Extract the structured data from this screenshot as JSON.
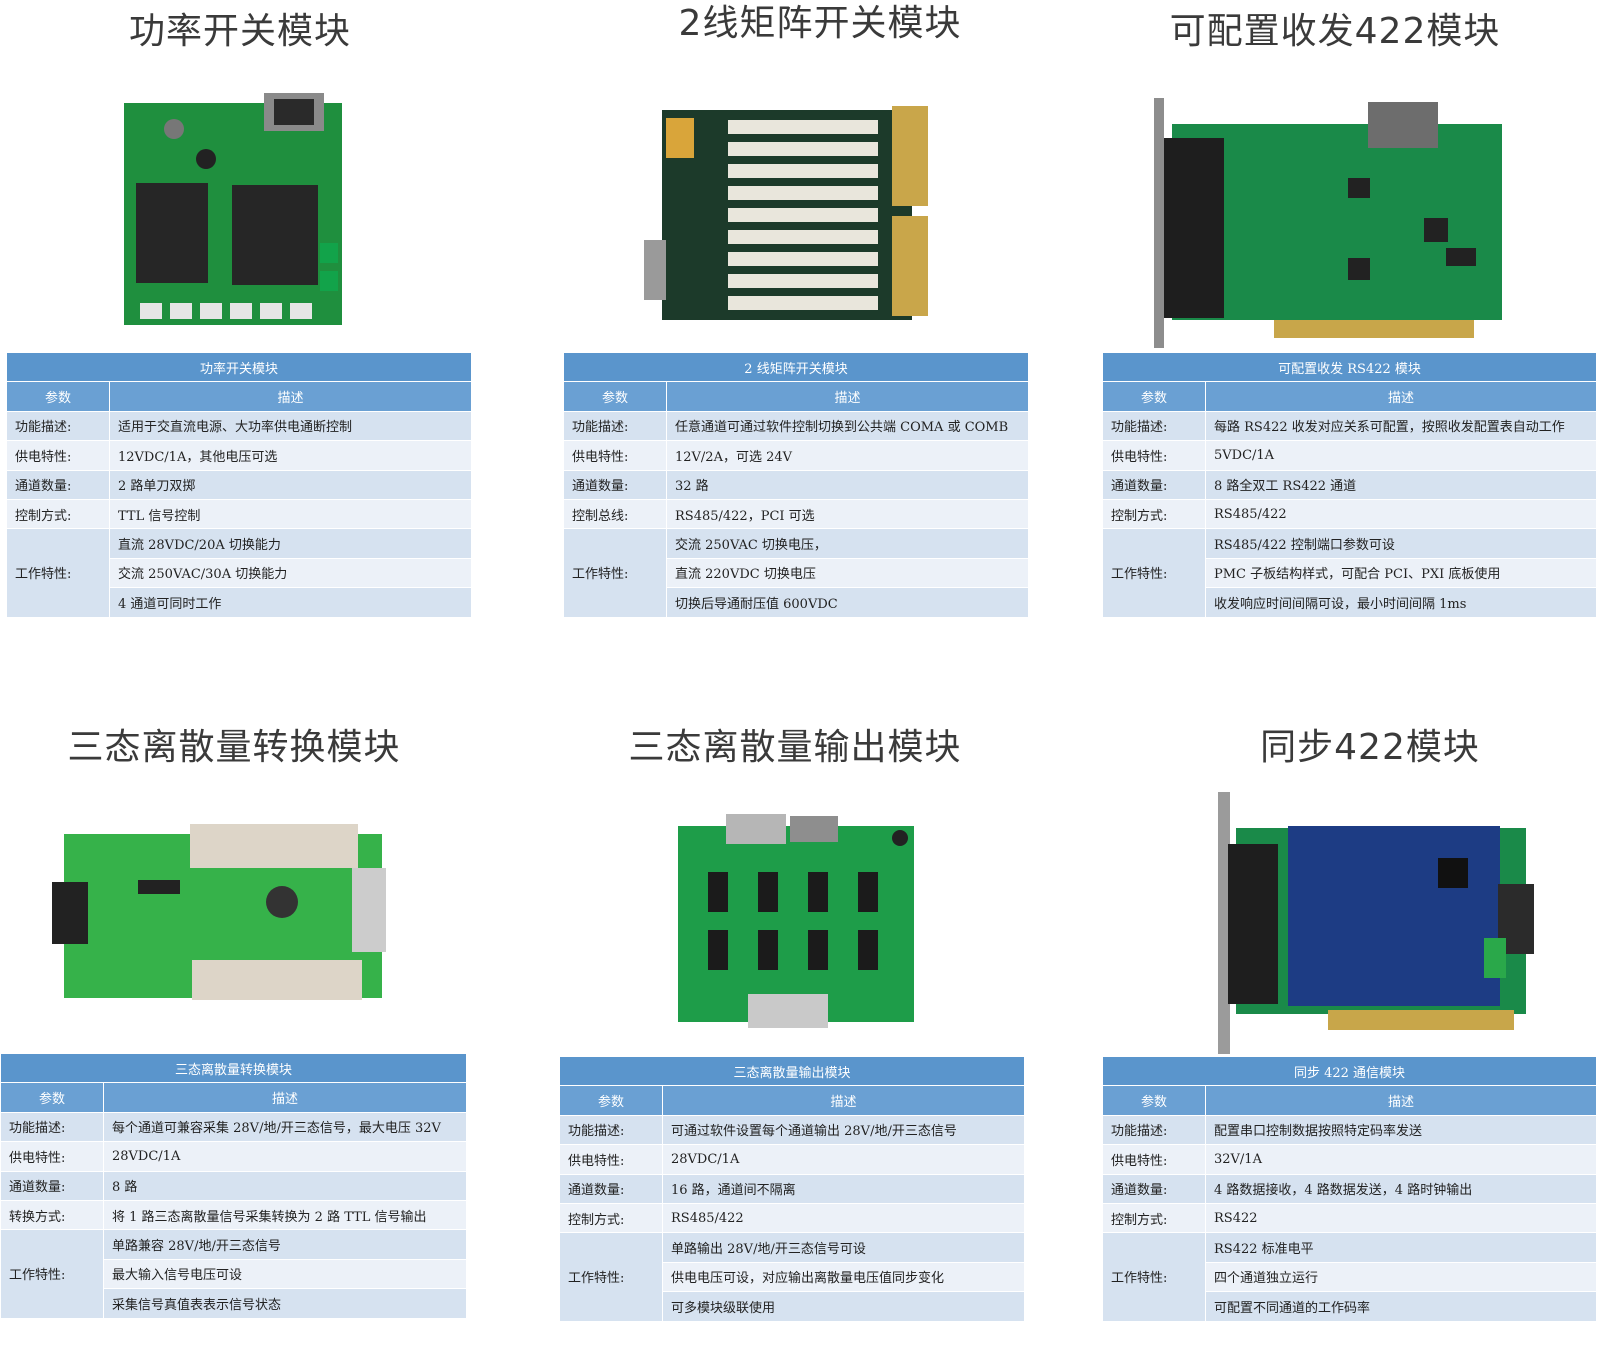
{
  "modules": [
    {
      "title": "功率开关模块",
      "photo_icon": "pcb-power-switch",
      "table": {
        "caption": "功率开关模块",
        "col_param": "参数",
        "col_desc": "描述",
        "rows": [
          {
            "param": "功能描述:",
            "desc": "适用于交直流电源、大功率供电通断控制"
          },
          {
            "param": "供电特性:",
            "desc": "12VDC/1A，其他电压可选"
          },
          {
            "param": "通道数量:",
            "desc": "2 路单刀双掷"
          },
          {
            "param": "控制方式:",
            "desc": "TTL 信号控制"
          }
        ],
        "work_param": "工作特性:",
        "work_items": [
          "直流 28VDC/20A 切换能力",
          "交流 250VAC/30A 切换能力",
          "4 通道可同时工作"
        ]
      }
    },
    {
      "title": "2线矩阵开关模块",
      "photo_icon": "pcb-matrix-switch",
      "table": {
        "caption": "2 线矩阵开关模块",
        "col_param": "参数",
        "col_desc": "描述",
        "rows": [
          {
            "param": "功能描述:",
            "desc": "任意通道可通过软件控制切换到公共端 COMA 或 COMB"
          },
          {
            "param": "供电特性:",
            "desc": "12V/2A，可选 24V"
          },
          {
            "param": "通道数量:",
            "desc": "32 路"
          },
          {
            "param": "控制总线:",
            "desc": "RS485/422，PCI 可选"
          }
        ],
        "work_param": "工作特性:",
        "work_items": [
          "交流 250VAC 切换电压，",
          "直流 220VDC 切换电压",
          "切换后导通耐压值 600VDC"
        ]
      }
    },
    {
      "title": "可配置收发422模块",
      "photo_icon": "pcb-configurable-422",
      "table": {
        "caption": "可配置收发 RS422 模块",
        "col_param": "参数",
        "col_desc": "描述",
        "rows": [
          {
            "param": "功能描述:",
            "desc": "每路 RS422 收发对应关系可配置，按照收发配置表自动工作"
          },
          {
            "param": "供电特性:",
            "desc": "5VDC/1A"
          },
          {
            "param": "通道数量:",
            "desc": "8 路全双工 RS422 通道"
          },
          {
            "param": "控制方式:",
            "desc": "RS485/422"
          }
        ],
        "work_param": "工作特性:",
        "work_items": [
          "RS485/422 控制端口参数可设",
          "PMC 子板结构样式，可配合 PCI、PXI 底板使用",
          "收发响应时间间隔可设，最小时间间隔 1ms"
        ]
      }
    },
    {
      "title": "三态离散量转换模块",
      "photo_icon": "pcb-tristate-convert",
      "table": {
        "caption": "三态离散量转换模块",
        "col_param": "参数",
        "col_desc": "描述",
        "rows": [
          {
            "param": "功能描述:",
            "desc": "每个通道可兼容采集 28V/地/开三态信号，最大电压 32V"
          },
          {
            "param": "供电特性:",
            "desc": "28VDC/1A"
          },
          {
            "param": "通道数量:",
            "desc": "8 路"
          },
          {
            "param": "转换方式:",
            "desc": "将 1 路三态离散量信号采集转换为 2 路 TTL 信号输出"
          }
        ],
        "work_param": "工作特性:",
        "work_items": [
          "单路兼容 28V/地/开三态信号",
          "最大输入信号电压可设",
          "采集信号真值表表示信号状态"
        ]
      }
    },
    {
      "title": "三态离散量输出模块",
      "photo_icon": "pcb-tristate-output",
      "table": {
        "caption": "三态离散量输出模块",
        "col_param": "参数",
        "col_desc": "描述",
        "rows": [
          {
            "param": "功能描述:",
            "desc": "可通过软件设置每个通道输出 28V/地/开三态信号"
          },
          {
            "param": "供电特性:",
            "desc": "28VDC/1A"
          },
          {
            "param": "通道数量:",
            "desc": "16 路，通道间不隔离"
          },
          {
            "param": "控制方式:",
            "desc": "RS485/422"
          }
        ],
        "work_param": "工作特性:",
        "work_items": [
          "单路输出 28V/地/开三态信号可设",
          "供电电压可设，对应输出离散量电压值同步变化",
          "可多模块级联使用"
        ]
      }
    },
    {
      "title": "同步422模块",
      "photo_icon": "pcb-sync-422",
      "table": {
        "caption": "同步 422 通信模块",
        "col_param": "参数",
        "col_desc": "描述",
        "rows": [
          {
            "param": "功能描述:",
            "desc": "配置串口控制数据按照特定码率发送"
          },
          {
            "param": "供电特性:",
            "desc": "32V/1A"
          },
          {
            "param": "通道数量:",
            "desc": "4 路数据接收，4 路数据发送，4 路时钟输出"
          },
          {
            "param": "控制方式:",
            "desc": "RS422"
          }
        ],
        "work_param": "工作特性:",
        "work_items": [
          "RS422 标准电平",
          "四个通道独立运行",
          "可配置不同通道的工作码率"
        ]
      }
    }
  ]
}
